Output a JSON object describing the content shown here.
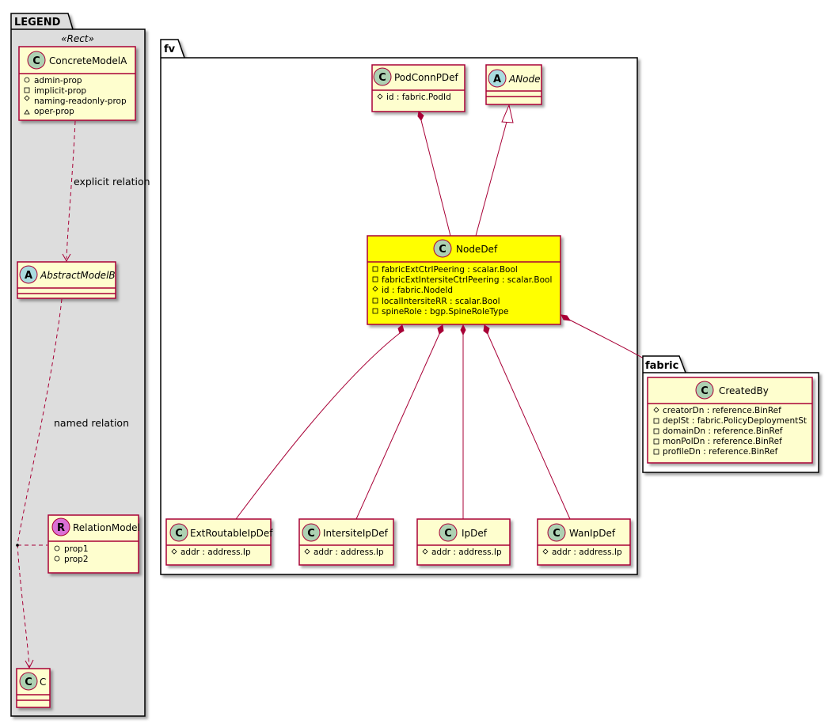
{
  "colors": {
    "class_fill": "#FEFECE",
    "class_border": "#A80036",
    "highlight_fill": "#FFFF00",
    "legend_fill": "#DDDDDD",
    "circle_class": "#ADD1B2",
    "circle_abstract": "#A9DCDF",
    "circle_relation": "#DA70D6",
    "edge": "#A80036"
  },
  "packages": {
    "legend": {
      "name": "LEGEND",
      "stereotype": "«Rect»"
    },
    "fv": {
      "name": "fv"
    },
    "fabric": {
      "name": "fabric"
    }
  },
  "legend": {
    "concrete": {
      "letter": "C",
      "name": "ConcreteModelA",
      "attrs": [
        "admin-prop",
        "implicit-prop",
        "naming-readonly-prop",
        "oper-prop"
      ]
    },
    "abstract": {
      "letter": "A",
      "name": "AbstractModelB"
    },
    "relation": {
      "letter": "R",
      "name": "RelationModel",
      "attrs": [
        "prop1",
        "prop2"
      ]
    },
    "c": {
      "letter": "C",
      "name": "C"
    },
    "labels": {
      "explicit": "explicit relation",
      "named": "named relation"
    }
  },
  "fv": {
    "podconn": {
      "letter": "C",
      "name": "PodConnPDef",
      "attrs": [
        "id : fabric.PodId"
      ]
    },
    "anode": {
      "letter": "A",
      "name": "ANode"
    },
    "nodedef": {
      "letter": "C",
      "name": "NodeDef",
      "attrs": [
        "fabricExtCtrlPeering : scalar.Bool",
        "fabricExtIntersiteCtrlPeering : scalar.Bool",
        "id : fabric.NodeId",
        "localIntersiteRR : scalar.Bool",
        "spineRole : bgp.SpineRoleType"
      ]
    },
    "extroutable": {
      "letter": "C",
      "name": "ExtRoutableIpDef",
      "attrs": [
        "addr : address.Ip"
      ]
    },
    "intersite": {
      "letter": "C",
      "name": "IntersiteIpDef",
      "attrs": [
        "addr : address.Ip"
      ]
    },
    "ipdef": {
      "letter": "C",
      "name": "IpDef",
      "attrs": [
        "addr : address.Ip"
      ]
    },
    "wanip": {
      "letter": "C",
      "name": "WanIpDef",
      "attrs": [
        "addr : address.Ip"
      ]
    }
  },
  "fabric": {
    "createdby": {
      "letter": "C",
      "name": "CreatedBy",
      "attrs": [
        "creatorDn : reference.BinRef",
        "deplSt : fabric.PolicyDeploymentSt",
        "domainDn : reference.BinRef",
        "monPolDn : reference.BinRef",
        "profileDn : reference.BinRef"
      ]
    }
  }
}
